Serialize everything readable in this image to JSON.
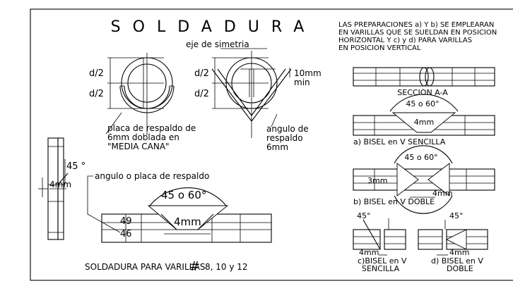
{
  "title": "SOLDADURA",
  "top_figures": {
    "symmetry_axis_label": "eje de simetria",
    "dim_half_top": "d/2",
    "dim_half_bottom": "d/2",
    "gap_label_line1": "10mm",
    "gap_label_line2": "min",
    "plate_note_lines": [
      "placa de respaldo de",
      "6mm doblada en",
      "\"MEDIA CANA\""
    ],
    "angle_note_lines": [
      "angulo de",
      "respaldo",
      "6mm"
    ]
  },
  "bottom_figure": {
    "angle_label": "45 °",
    "side_gap": "4mm",
    "backing_label": "angulo o placa de respaldo",
    "bevel_range": "45 o 60°",
    "root_gap": "4mm",
    "bar_marks": [
      "49",
      "46"
    ],
    "caption_text": "SOLDADURA PARA VARILLAS",
    "caption_symbol": "#",
    "caption_sizes": "8, 10 y 12"
  },
  "notes_lines": [
    "LAS PREPARACIONES a) Y b) SE EMPLEARAN",
    "EN VARILLAS QUE SE SUELDAN EN POSICION",
    "HORIZONTAL Y c)    y  d)  PARA VARILLAS",
    "EN POSICION VERTICAL"
  ],
  "right_details": {
    "section_label": "SECCION  A-A",
    "a_angle": "45 o 60°",
    "a_gap": "4mm",
    "a_caption": "a)  BISEL  en  V  SENCILLA",
    "b_angle": "45 o 60°",
    "b_side": "3mm",
    "b_gap": "4mm",
    "b_caption": "b)  BISEL  en  V  DOBLE",
    "c_angle": "45°",
    "c_gap": "4mm",
    "c_caption_lines": [
      "c)BISEL  en  V",
      "SENCILLA"
    ],
    "d_angle": "45°",
    "d_gap": "4mm",
    "d_caption_lines": [
      "d)  BISEL  en  V",
      "DOBLE"
    ]
  }
}
